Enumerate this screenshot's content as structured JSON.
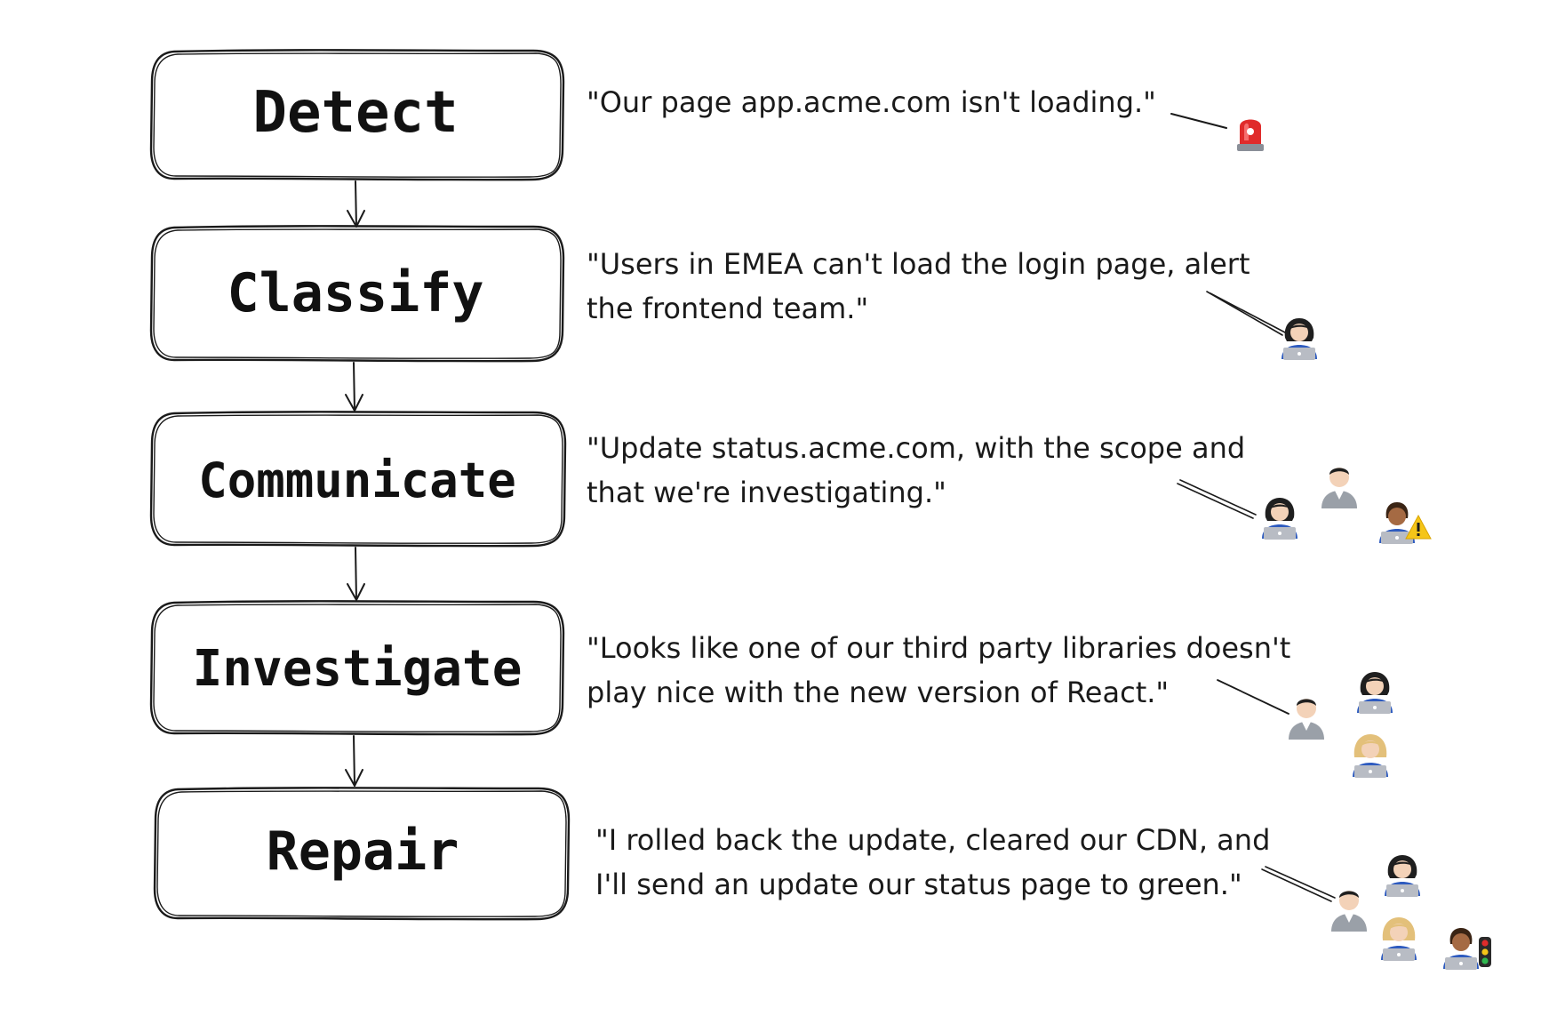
{
  "stages": [
    {
      "id": "detect",
      "label": "Detect"
    },
    {
      "id": "classify",
      "label": "Classify"
    },
    {
      "id": "communicate",
      "label": "Communicate"
    },
    {
      "id": "investigate",
      "label": "Investigate"
    },
    {
      "id": "repair",
      "label": "Repair"
    }
  ],
  "quotes": [
    {
      "stage": "detect",
      "lines": [
        "\"Our page app.acme.com isn't loading.\""
      ]
    },
    {
      "stage": "classify",
      "lines": [
        "\"Users in EMEA can't load the login page, alert",
        "the frontend team.\""
      ]
    },
    {
      "stage": "communicate",
      "lines": [
        "\"Update status.acme.com, with the scope and",
        "that we're investigating.\""
      ]
    },
    {
      "stage": "investigate",
      "lines": [
        "\"Looks like one of our third party libraries doesn't",
        "play nice with the new version of React.\""
      ]
    },
    {
      "stage": "repair",
      "lines": [
        "\"I rolled back the update, cleared our CDN, and",
        "I'll send an update our status page to green.\""
      ]
    }
  ],
  "icons": {
    "detect": [
      "siren-icon"
    ],
    "classify": [
      "woman-technologist-icon"
    ],
    "communicate": [
      "woman-technologist-icon",
      "man-office-worker-icon",
      "technologist-icon",
      "warning-icon"
    ],
    "investigate": [
      "man-office-worker-icon",
      "woman-technologist-icon",
      "blonde-technologist-icon"
    ],
    "repair": [
      "man-office-worker-icon",
      "woman-technologist-icon",
      "blonde-technologist-icon",
      "technologist-icon",
      "traffic-light-icon"
    ]
  },
  "colors": {
    "ink": "#1a1a1a",
    "siren_red": "#e02b2b",
    "warning_yellow": "#f5c518",
    "laptop_gray": "#b8bcc4",
    "shirt_blue": "#2e5bbf"
  }
}
